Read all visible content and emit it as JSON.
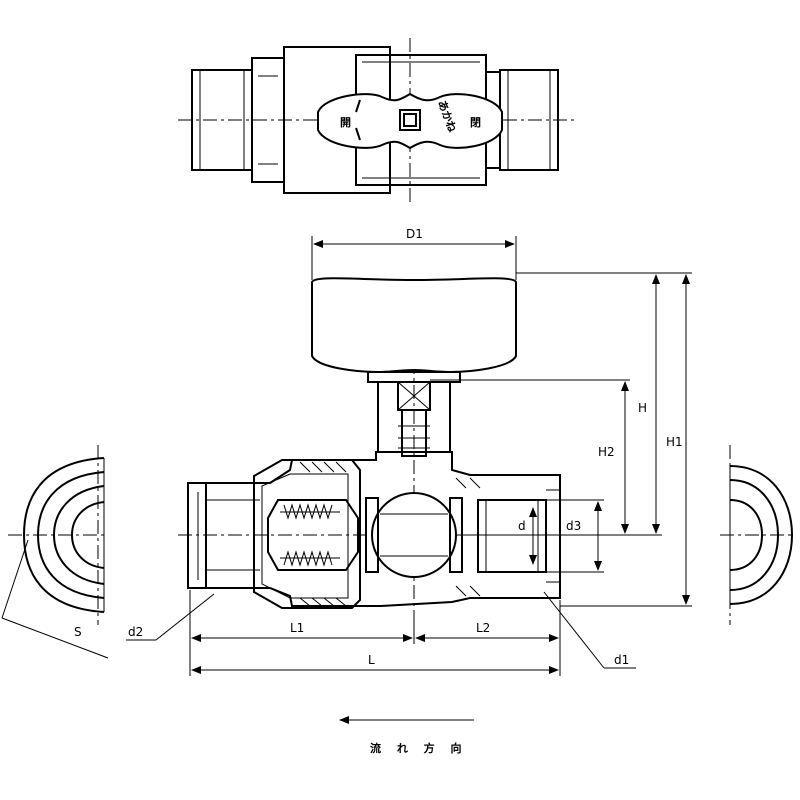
{
  "dimensions": {
    "D1": "D1",
    "H": "H",
    "H1": "H1",
    "H2": "H2",
    "d": "d",
    "d3": "d3",
    "L1": "L1",
    "L2": "L2",
    "L": "L",
    "d1": "d1",
    "d2": "d2",
    "S": "S"
  },
  "flow_label": "流 れ 方 向",
  "handle_marks": {
    "open": "開",
    "close": "閉",
    "kana": "あかね"
  },
  "colors": {
    "line": "#000000",
    "background": "#ffffff"
  }
}
